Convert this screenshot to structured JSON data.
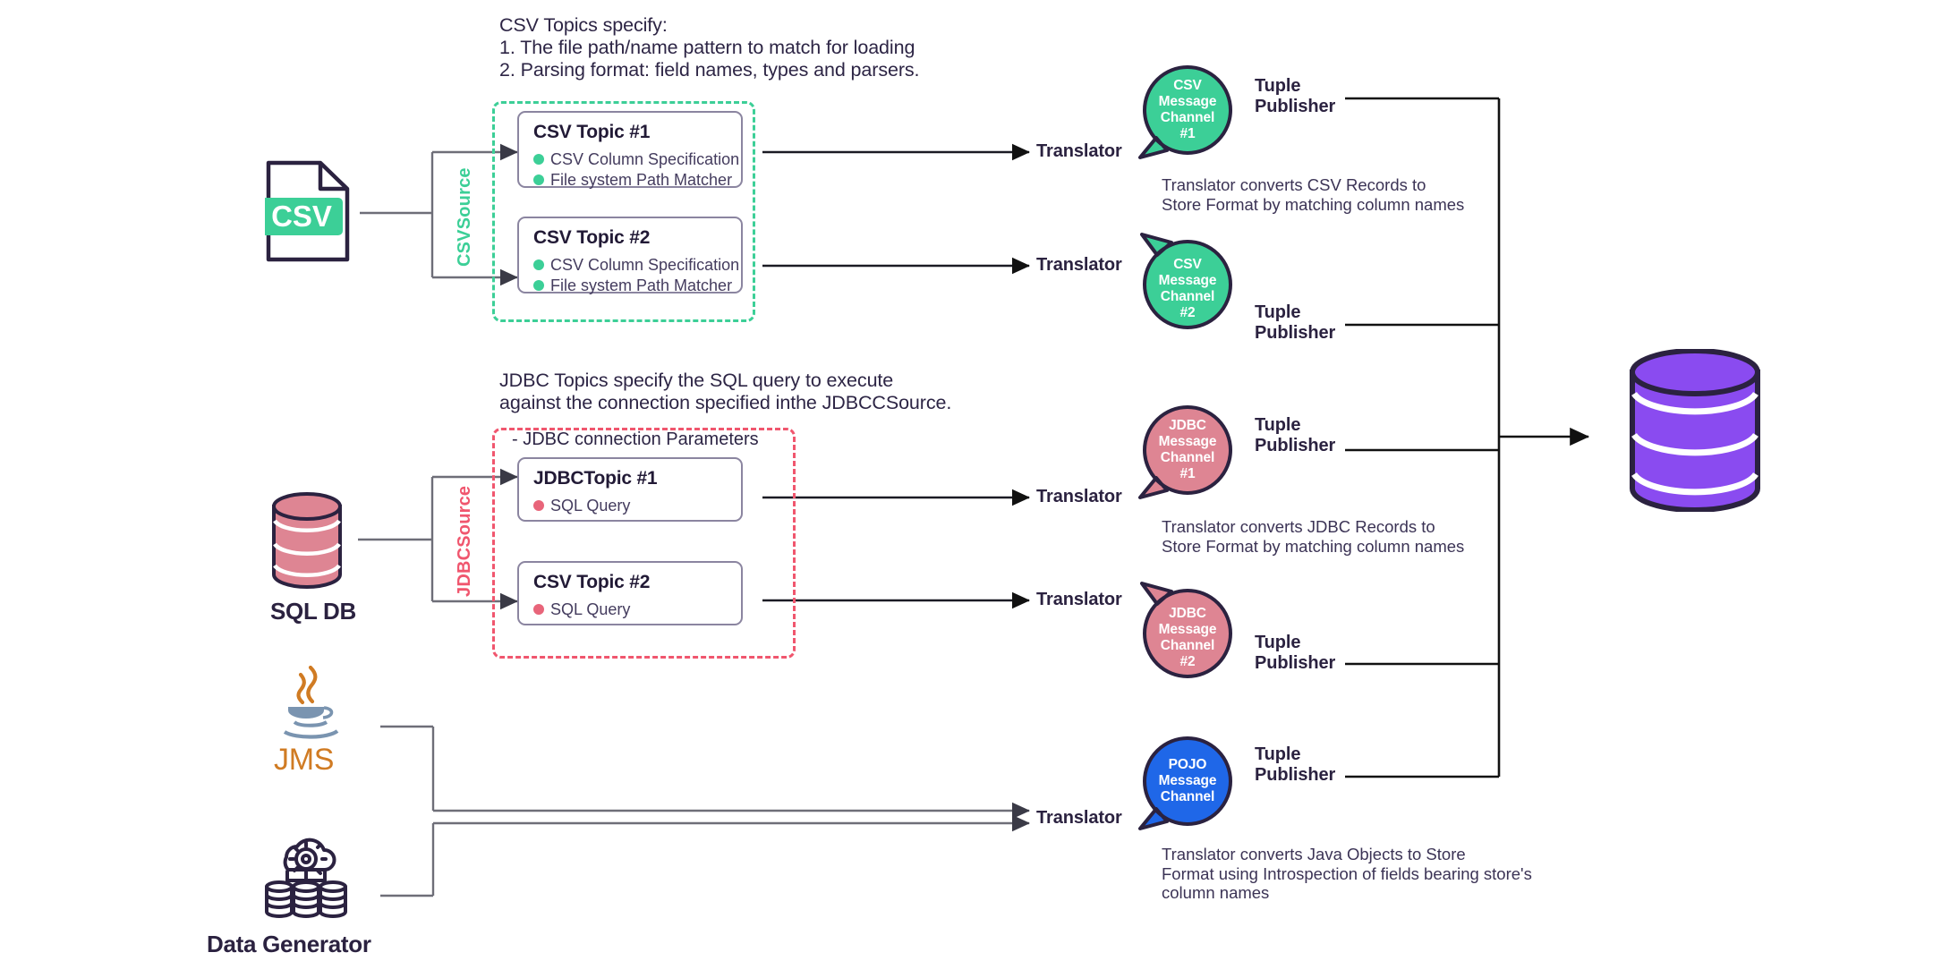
{
  "diagram": {
    "title": "Data ingestion pipeline: sources, topics, translators, message channels and store",
    "colors": {
      "green": "#3ccf97",
      "pink": "#e8657a",
      "pink_dash": "#f0566e",
      "purple": "#8a4bf0",
      "ink": "#2b2240",
      "card_border": "#8b85a0",
      "connector_gray": "#6e6e78",
      "jms_orange": "#d07b23",
      "jms_blue": "#7a94b0",
      "pojo_blue": "#1f67e8"
    }
  },
  "notes": {
    "csv_spec": "CSV Topics specify:\n1. The file path/name pattern to match for loading\n2. Parsing format: field names, types and parsers.",
    "jdbc_spec": "JDBC Topics specify the SQL query to execute\nagainst the connection specified inthe JDBCCSource."
  },
  "groups": {
    "csv_source": {
      "label": "CSVSource"
    },
    "jdbc_source": {
      "label": "JDBCSource",
      "sub": "- JDBC connection Parameters"
    }
  },
  "cards": [
    {
      "id": "csv-topic-1",
      "title": "CSV Topic #1",
      "dot": "green",
      "bullets": [
        "CSV Column Specification",
        "File system Path Matcher"
      ]
    },
    {
      "id": "csv-topic-2",
      "title": "CSV Topic #2",
      "dot": "green",
      "bullets": [
        "CSV Column Specification",
        "File system Path Matcher"
      ]
    },
    {
      "id": "jdbc-topic-1",
      "title": "JDBCTopic #1",
      "dot": "pink",
      "bullets": [
        "SQL Query"
      ]
    },
    {
      "id": "jdbc-topic-2",
      "title": "CSV Topic #2",
      "dot": "pink",
      "bullets": [
        "SQL Query"
      ]
    }
  ],
  "sources": [
    {
      "id": "csv-file",
      "label": "CSV",
      "icon": "csv-file-icon"
    },
    {
      "id": "sql-db",
      "label": "SQL DB",
      "icon": "database-icon"
    },
    {
      "id": "jms",
      "label": "JMS",
      "icon": "java-coffee-cup-icon"
    },
    {
      "id": "data-generator",
      "label": "Data Generator",
      "icon": "cloud-databases-gear-icon"
    }
  ],
  "translators": [
    {
      "id": "translator-csv-1",
      "label": "Translator"
    },
    {
      "id": "translator-csv-2",
      "label": "Translator"
    },
    {
      "id": "translator-jdbc-1",
      "label": "Translator"
    },
    {
      "id": "translator-jdbc-2",
      "label": "Translator"
    },
    {
      "id": "translator-pojo",
      "label": "Translator"
    }
  ],
  "channels": [
    {
      "id": "csv-message-channel-1",
      "lines": [
        "CSV",
        "Message",
        "Channel",
        "#1"
      ],
      "color": "#3ccf97",
      "tail": "bottom-left",
      "publisher": "Tuple\nPublisher",
      "caption": "Translator converts CSV Records to\nStore Format by matching column names"
    },
    {
      "id": "csv-message-channel-2",
      "lines": [
        "CSV",
        "Message",
        "Channel",
        "#2"
      ],
      "color": "#3ccf97",
      "tail": "top-left",
      "publisher": "Tuple\nPublisher",
      "caption": ""
    },
    {
      "id": "jdbc-message-channel-1",
      "lines": [
        "JDBC",
        "Message",
        "Channel",
        "#1"
      ],
      "color": "#e8657a",
      "tail": "bottom-left",
      "publisher": "Tuple\nPublisher",
      "caption": "Translator converts JDBC Records to\nStore Format by matching column names"
    },
    {
      "id": "jdbc-message-channel-2",
      "lines": [
        "JDBC",
        "Message",
        "Channel",
        "#2"
      ],
      "color": "#e8657a",
      "tail": "top-left",
      "publisher": "Tuple\nPublisher",
      "caption": ""
    },
    {
      "id": "pojo-message-channel",
      "lines": [
        "POJO",
        "Message",
        "Channel"
      ],
      "color": "#1f67e8",
      "tail": "bottom-left",
      "publisher": "Tuple\nPublisher",
      "caption": "Translator converts Java Objects to Store\nFormat using Introspection of fields bearing store's\ncolumn names"
    }
  ],
  "store": {
    "id": "data-store",
    "icon": "database-icon",
    "color": "#8a4bf0",
    "label": ""
  }
}
